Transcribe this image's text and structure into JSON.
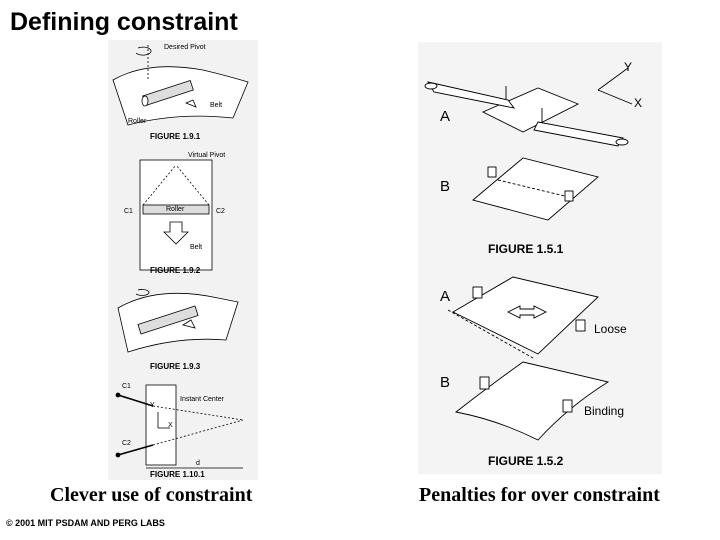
{
  "slide": {
    "title": "Defining constraint",
    "footer": "© 2001 MIT PSDAM AND PERG LABS"
  },
  "left_panel": {
    "caption": "Clever use of constraint",
    "fig_1_9_1": {
      "caption": "FIGURE 1.9.1",
      "desired_pivot": "Desired Pivot",
      "belt": "Belt",
      "roller": "Roller"
    },
    "fig_1_9_2": {
      "caption": "FIGURE 1.9.2",
      "virtual_pivot": "Virtual Pivot",
      "roller": "Roller",
      "belt": "Belt",
      "c1": "C1",
      "c2": "C2"
    },
    "fig_1_9_3": {
      "caption": "FIGURE 1.9.3"
    },
    "fig_1_10_1": {
      "caption": "FIGURE 1.10.1",
      "instant_center": "Instant Center",
      "c1": "C1",
      "c2": "C2",
      "y": "Y",
      "x": "X",
      "d": "d"
    }
  },
  "right_panel": {
    "caption": "Penalties for over constraint",
    "fig_1_5_1": {
      "caption": "FIGURE 1.5.1",
      "a": "A",
      "b": "B",
      "axis_y": "Y",
      "axis_x": "X"
    },
    "fig_1_5_2": {
      "caption": "FIGURE 1.5.2",
      "a": "A",
      "b": "B",
      "loose": "Loose",
      "binding": "Binding"
    }
  }
}
